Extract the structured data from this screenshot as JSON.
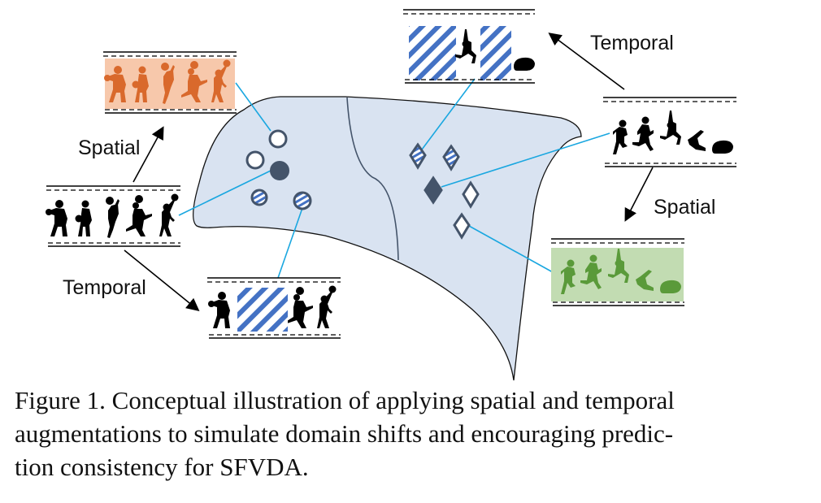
{
  "figure": {
    "labels": {
      "spatial_left": "Spatial",
      "temporal_left": "Temporal",
      "temporal_right": "Temporal",
      "spatial_right": "Spatial"
    },
    "clips": {
      "basketball_original": {
        "kind": "basketball",
        "style": "black silhouettes"
      },
      "basketball_spatial": {
        "kind": "basketball",
        "style": "orange silhouettes on peach background"
      },
      "basketball_temporal": {
        "kind": "basketball",
        "style": "black silhouettes with two frames masked by blue stripes"
      },
      "longjump_original": {
        "kind": "long-jump",
        "style": "black silhouettes"
      },
      "longjump_temporal": {
        "kind": "long-jump",
        "style": "black silhouettes with frames masked by blue stripes"
      },
      "longjump_spatial": {
        "kind": "long-jump",
        "style": "green silhouettes on light green background"
      }
    },
    "feature_space": {
      "class_a_markers": [
        "hollow-circle",
        "hollow-circle",
        "filled-circle",
        "striped-circle",
        "striped-circle"
      ],
      "class_b_markers": [
        "striped-diamond",
        "striped-diamond",
        "filled-diamond",
        "hollow-diamond",
        "hollow-diamond"
      ]
    },
    "colors": {
      "manifold_fill": "#d9e3f1",
      "marker_dark": "#44546a",
      "connector": "#1aa7e0",
      "stripe_blue": "#4472c4",
      "orange_figure": "#d9692c",
      "orange_bg": "#f7c8ab",
      "green_figure": "#5a9a3a",
      "green_bg": "#c2dcb2"
    }
  },
  "caption": {
    "line1": "Figure 1. Conceptual illustration of applying spatial and temporal",
    "line2": "augmentations to simulate domain shifts and encouraging predic-",
    "line3": "tion consistency for SFVDA."
  }
}
